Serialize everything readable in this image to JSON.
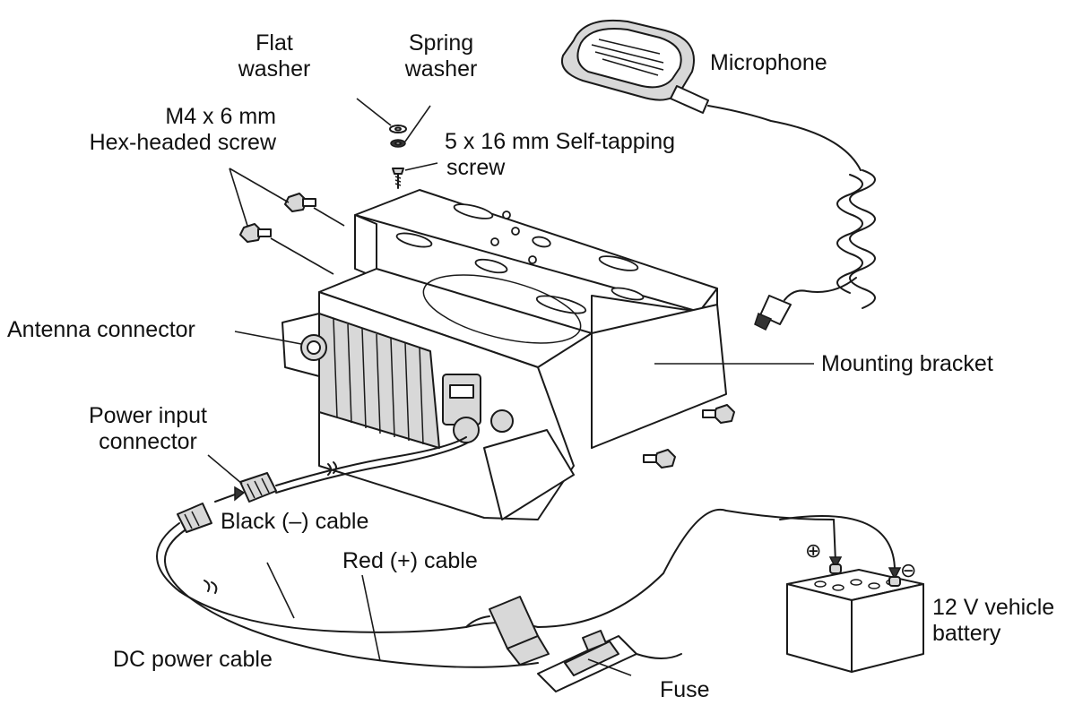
{
  "diagram": {
    "labels": {
      "flat_washer": [
        "Flat",
        "washer"
      ],
      "spring_washer": [
        "Spring",
        "washer"
      ],
      "hex_screw": [
        "M4 x 6 mm",
        "Hex-headed screw"
      ],
      "self_tapping": [
        "5 x 16 mm Self-tapping",
        "screw"
      ],
      "microphone": "Microphone",
      "antenna_connector": "Antenna connector",
      "mounting_bracket": "Mounting bracket",
      "power_input": [
        "Power input",
        "connector"
      ],
      "black_cable": "Black (–) cable",
      "red_cable": "Red (+) cable",
      "dc_power_cable": "DC power cable",
      "fuse": "Fuse",
      "battery": [
        "12 V vehicle",
        "battery"
      ],
      "battery_plus": "⊕",
      "battery_minus": "⊖"
    },
    "icons": [
      "microphone-icon",
      "radio-unit-icon",
      "mounting-bracket-icon",
      "battery-icon",
      "fuse-icon",
      "screw-icon",
      "washer-icon",
      "connector-icon"
    ]
  }
}
